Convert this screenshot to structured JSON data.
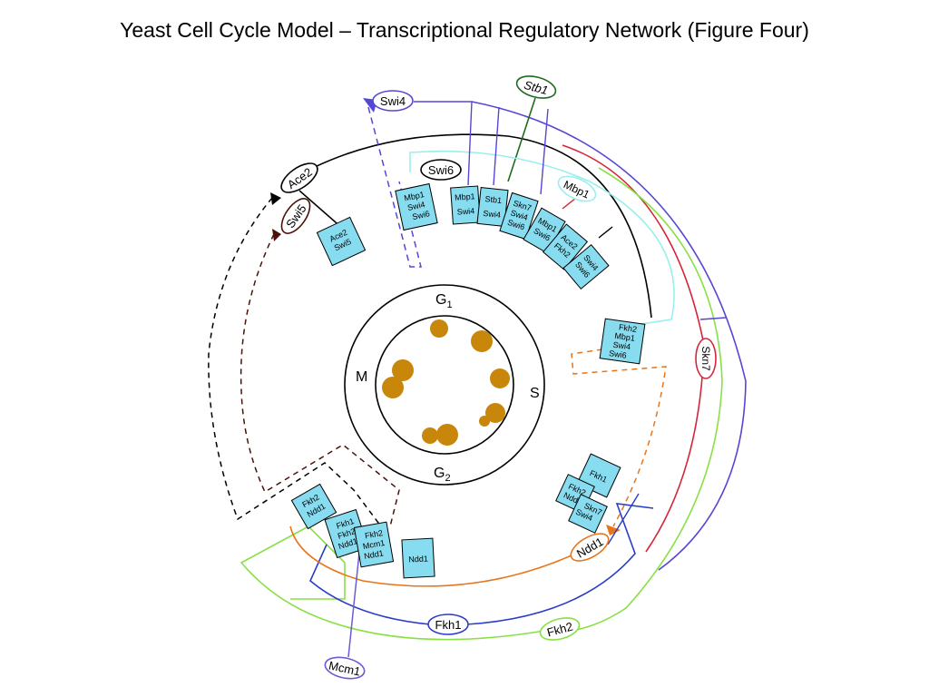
{
  "title": "Yeast Cell Cycle Model – Transcriptional Regulatory Network (Figure Four)",
  "phases": {
    "g1": "G",
    "g1_sub": "1",
    "s": "S",
    "g2": "G",
    "g2_sub": "2",
    "m": "M"
  },
  "factors": {
    "swi4": "Swi4",
    "stb1": "Stb1",
    "swi6": "Swi6",
    "mbp1": "Mbp1",
    "ace2": "Ace2",
    "swi5": "Swi5",
    "skn7": "Skn7",
    "ndd1": "Ndd1",
    "fkh1": "Fkh1",
    "fkh2": "Fkh2",
    "mcm1": "Mcm1"
  },
  "complexes": {
    "c1": [
      "Ace2",
      "Swi5"
    ],
    "c2": [
      "Mbp1",
      "Swi4",
      "Swi6"
    ],
    "c3": [
      "Mbp1",
      "Swi4"
    ],
    "c4": [
      "Stb1",
      "Swi4"
    ],
    "c5": [
      "Skn7",
      "Swi4",
      "Swi6"
    ],
    "c6": [
      "Mbp1",
      "Swi6"
    ],
    "c7": [
      "Ace2",
      "Fkh2"
    ],
    "c8": [
      "Swi4",
      "Swi6"
    ],
    "c9": [
      "Fkh2",
      "Mbp1",
      "Swi4",
      "Swi6"
    ],
    "c10": [
      "Fkh1"
    ],
    "c11": [
      "Fkh2",
      "Ndd1"
    ],
    "c12": [
      "Skn7",
      "Swi4"
    ],
    "c13": [
      "Fkh2",
      "Ndd1"
    ],
    "c14": [
      "Fkh1",
      "Fkh2",
      "Ndd1"
    ],
    "c15": [
      "Fkh2",
      "Mcm1",
      "Ndd1"
    ],
    "c16": [
      "Ndd1"
    ]
  },
  "colors": {
    "box_fill": "#87dcf0",
    "swi4": "#5546d6",
    "stb1": "#1f6b1f",
    "mbp1": "#9beeee",
    "ace2": "#000000",
    "swi5": "#4a1208",
    "skn7": "#d6243a",
    "ndd1": "#e8751a",
    "fkh1": "#2a3cc8",
    "fkh2": "#88e045",
    "mcm1": "#6a5cd2",
    "nucleus": "#c8860a"
  }
}
